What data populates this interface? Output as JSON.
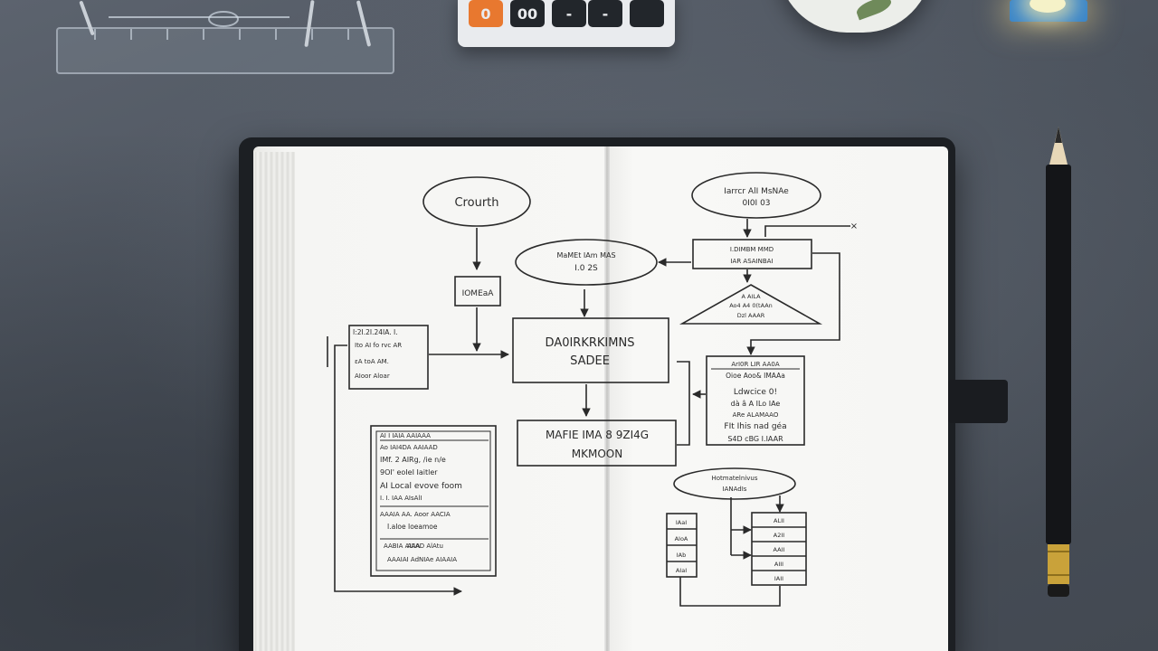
{
  "calculator": {
    "keys": [
      "0",
      "00",
      "-",
      "-",
      ""
    ],
    "colors": {
      "body": "#e9ebee",
      "key": "#22262b",
      "accent": "#e8782f"
    }
  },
  "flowchart": {
    "start_oval": "Crourth",
    "top_right_oval": [
      "Iarrcr AlI MsNAe",
      "0I0I 03"
    ],
    "mid_oval": [
      "MaMEt IAm MAS",
      "I.0 2S"
    ],
    "small_box": "IOMEaA",
    "left_box": [
      "I:2I.2I.24IA. I.",
      "Ito AI fo rvc AR",
      "εA toA AM.",
      "AIoor Aloar"
    ],
    "center_box": [
      "DA0IRKRKIMNS",
      "SADEE"
    ],
    "right_box_top": [
      "I.DIMBM MMD",
      "IAR ASAINBAI"
    ],
    "triangle": [
      "A AILA",
      "Ao4 A4 0(tAAn",
      "Dzl AAAR"
    ],
    "right_tall_box": [
      "ArI0R LIR AA0A",
      "Oioe Aoo& IMAAa",
      "Ldwcice 0!",
      "dà â A ILo IAe",
      "ARe ALAMAAO",
      "FIt Ihis nad géa",
      "S4D cBG I.IAAR"
    ],
    "bottom_center_box": [
      "MAFIE IMA 8 9ZI4G",
      "MKMOON"
    ],
    "left_tall_box": [
      "AI I IAIA AAIAAA",
      "Ao IAI4DA AAIAAD",
      "IMf. 2 AIRg, /ie n/e",
      "9OI' eoIeI Iaitler",
      "AI Local evove foom",
      "I. I. IAA AIsAlI",
      "AAAIA AA. Aoor AACIA",
      "I.aIoe Ioeamoe",
      "AABIA AIAA",
      "AIIAD AlAtu",
      "AAAIAI AdNIAe AIAAIA"
    ],
    "bottom_right_oval": [
      "Hotmatelnivus",
      "IANAdIs"
    ],
    "bottom_small_box": [
      "IAaI",
      "AIoA",
      "IAb",
      "AIaI"
    ],
    "bottom_right_stack": [
      "ALII",
      "A2II",
      "AAII",
      "AIII",
      "IAII"
    ]
  },
  "colors": {
    "desk": "#4f5661",
    "paper": "#f6f6f4",
    "ink": "#2a2a2a",
    "cover": "#1c1f23",
    "lamp": "#3b86c9"
  }
}
